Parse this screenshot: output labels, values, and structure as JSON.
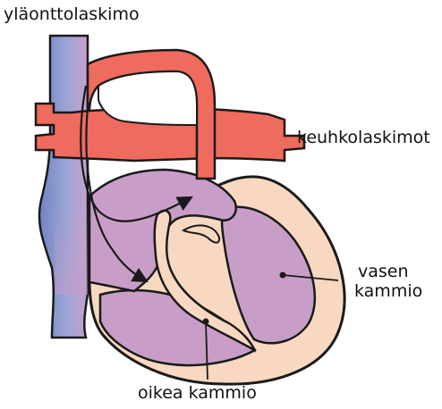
{
  "labels": {
    "superior_vena_cava": "yläonttolaskimo",
    "pulmonary_veins": "keuhkolaskimot",
    "left_ventricle_line1": "vasen",
    "left_ventricle_line2": "kammio",
    "right_ventricle": "oikea kammio"
  },
  "colors": {
    "outline": "#1a1a1a",
    "wall": "#f8d8c0",
    "chamber": "#c89ec9",
    "vein_red": "#ee6b5e",
    "vein_blue": "#7a8cc6",
    "label_text": "#111111"
  }
}
